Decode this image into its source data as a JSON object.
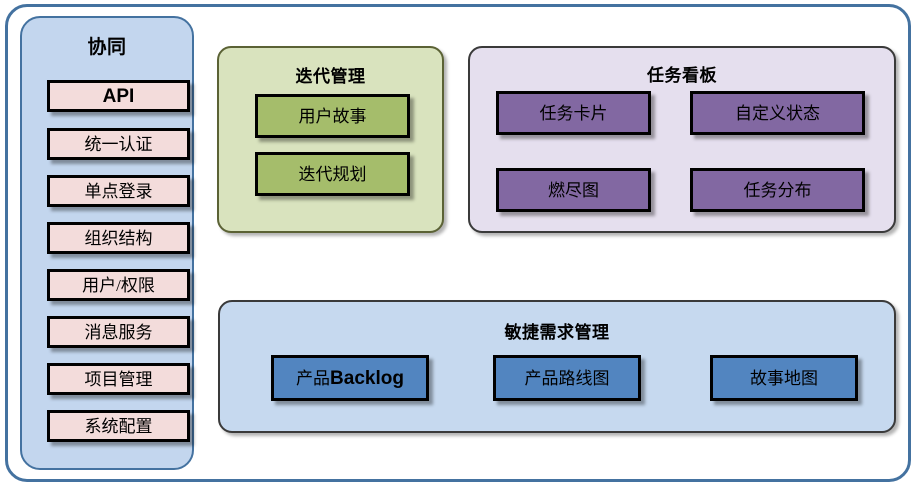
{
  "diagram": {
    "sidebar": {
      "title": "协同",
      "items": [
        {
          "label": "API"
        },
        {
          "label": "统一认证"
        },
        {
          "label": "单点登录"
        },
        {
          "label": "组织结构"
        },
        {
          "label": "用户/权限"
        },
        {
          "label": "消息服务"
        },
        {
          "label": "项目管理"
        },
        {
          "label": "系统配置"
        }
      ]
    },
    "iteration": {
      "title": "迭代管理",
      "items": [
        {
          "label": "用户故事"
        },
        {
          "label": "迭代规划"
        }
      ]
    },
    "taskboard": {
      "title": "任务看板",
      "items": [
        {
          "label": "任务卡片"
        },
        {
          "label": "自定义状态"
        },
        {
          "label": "燃尽图"
        },
        {
          "label": "任务分布"
        }
      ]
    },
    "agile": {
      "title": "敏捷需求管理",
      "items": [
        {
          "label_cn": "产品",
          "label_latin": "Backlog"
        },
        {
          "label": "产品路线图"
        },
        {
          "label": "故事地图"
        }
      ]
    },
    "colors": {
      "outer_border": "#4472a0",
      "sidebar_bg": "#c3d6ee",
      "sidebar_item_bg": "#f3dcdb",
      "iteration_bg": "#d9e3be",
      "iteration_item_bg": "#a5bd6b",
      "taskboard_bg": "#e5dfee",
      "taskboard_item_bg": "#8268a2",
      "agile_bg": "#c6d9ef",
      "agile_item_bg": "#5285c0"
    }
  }
}
